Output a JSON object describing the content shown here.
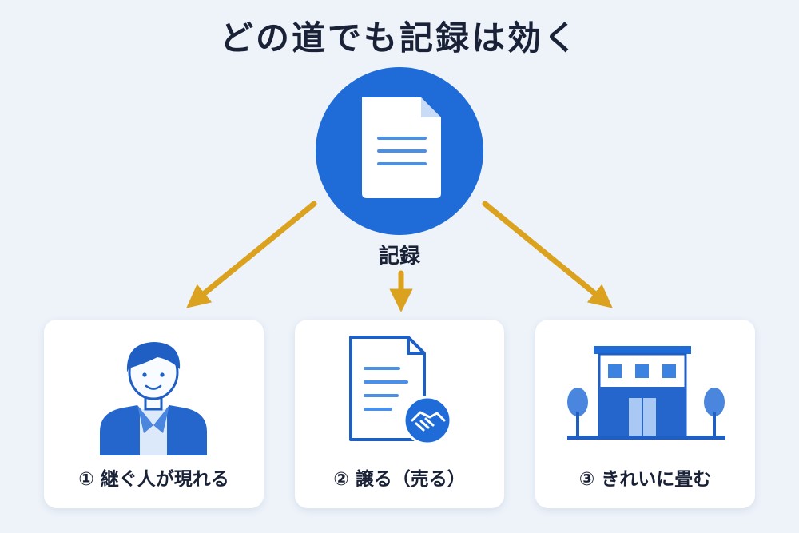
{
  "title": "どの道でも記録は効く",
  "center": {
    "label": "記録",
    "icon": "document-icon"
  },
  "colors": {
    "primary": "#1f6cd8",
    "arrow": "#dba21f",
    "text": "#1a2238",
    "background": "#eef3fa"
  },
  "options": [
    {
      "label": "① 継ぐ人が現れる",
      "icon": "person-icon"
    },
    {
      "label": "② 譲る（売る）",
      "icon": "document-handshake-icon"
    },
    {
      "label": "③ きれいに畳む",
      "icon": "building-icon"
    }
  ]
}
